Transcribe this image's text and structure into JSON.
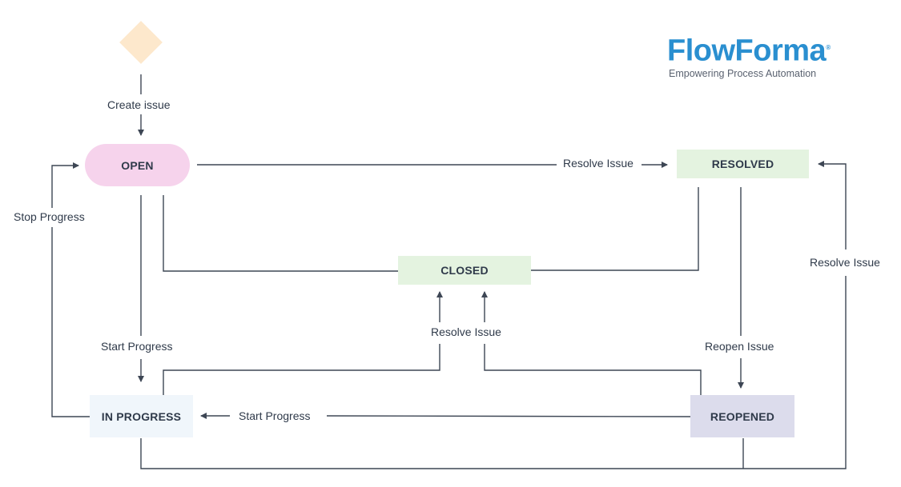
{
  "logo": {
    "name": "FlowForma",
    "registered": "®",
    "tagline": "Empowering Process Automation"
  },
  "states": {
    "open": "OPEN",
    "resolved": "RESOLVED",
    "closed": "CLOSED",
    "in_progress": "IN PROGRESS",
    "reopened": "REOPENED"
  },
  "transitions": {
    "create_issue": "Create issue",
    "resolve_issue_open_to_resolved": "Resolve Issue",
    "stop_progress": "Stop Progress",
    "start_progress_open": "Start Progress",
    "resolve_issue_to_closed": "Resolve Issue",
    "reopen_issue": "Reopen Issue",
    "resolve_issue_right": "Resolve Issue",
    "start_progress_reopened": "Start Progress"
  },
  "colors": {
    "start_node": "#fde8cc",
    "open": "#f6d3ec",
    "resolved": "#e4f3e0",
    "closed": "#e4f3e0",
    "in_progress": "#f0f6fb",
    "reopened": "#dcdcec",
    "line": "#3d4654",
    "logo": "#2a8fd0"
  }
}
